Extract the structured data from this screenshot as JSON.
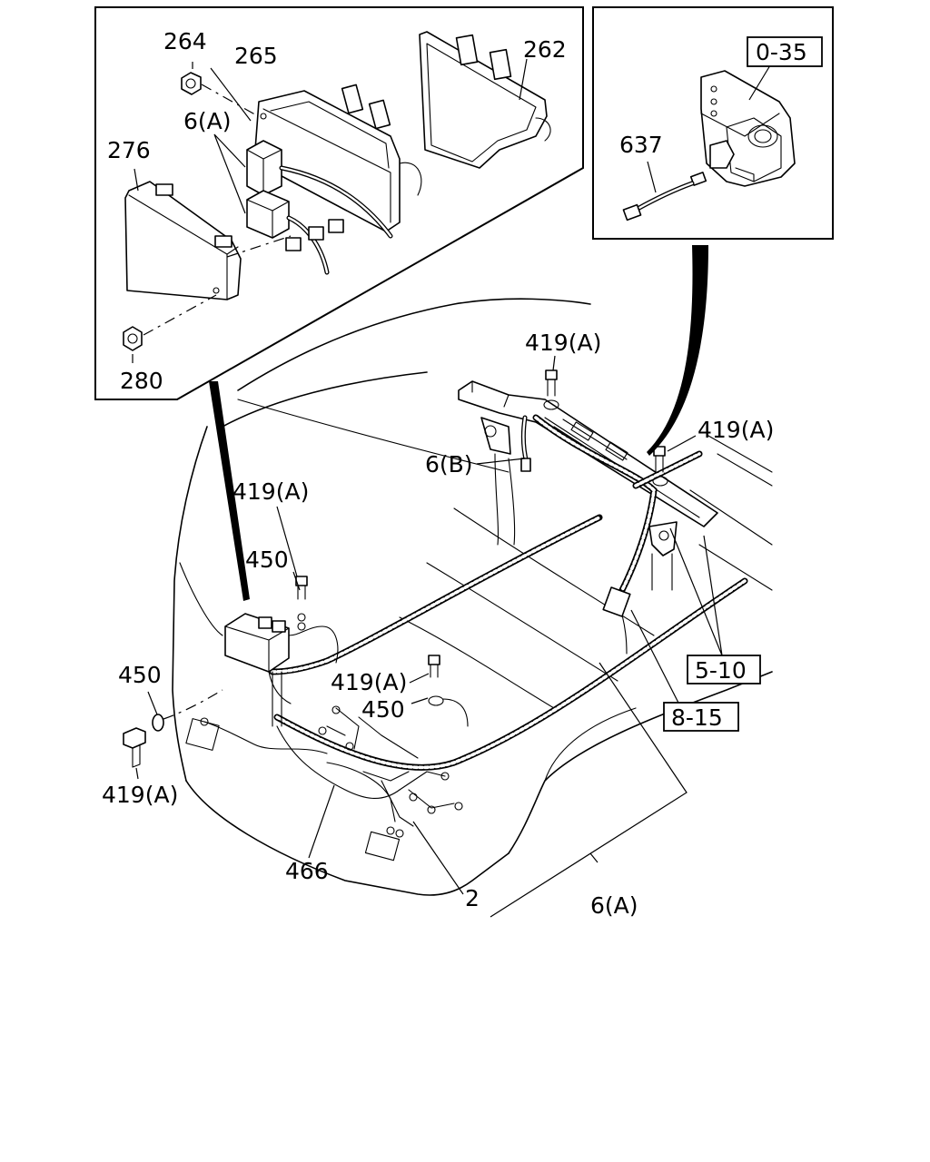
{
  "callouts": {
    "c264": "264",
    "c265": "265",
    "c262": "262",
    "c6a_top": "6(A)",
    "c276": "276",
    "c280": "280",
    "c035": "0-35",
    "c637": "637",
    "c419a_1": "419(A)",
    "c419a_2": "419(A)",
    "c6b": "6(B)",
    "c419a_3": "419(A)",
    "c450_1": "450",
    "c450_2": "450",
    "c419a_4": "419(A)",
    "c450_3": "450",
    "c419a_5": "419(A)",
    "c510": "5-10",
    "c815": "8-15",
    "c466": "466",
    "c2": "2",
    "c6a_bottom": "6(A)"
  }
}
